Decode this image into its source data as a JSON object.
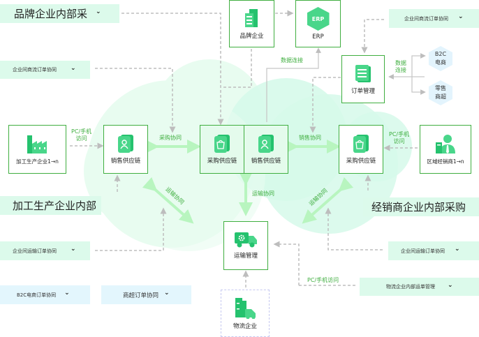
{
  "colors": {
    "accent": "#3fae3f",
    "icon_green": "#25c26e",
    "icon_green_light": "#49d68a",
    "pill_green_bg": "#dcfaeb",
    "pill_blue_bg": "#e3f6fd",
    "cloud_left": "#e8fcf0",
    "cloud_right": "#d6f9ea",
    "arrow_light_green": "#b8f5bf",
    "connector_gray": "#bdbdbd"
  },
  "section_titles": {
    "brand_internal": "品牌企业内部采",
    "processing_internal": "加工生产企业内部",
    "dealer_internal": "经销商企业内部采购"
  },
  "pills": {
    "top_left_order": "企业间商流订单协同",
    "top_right_order": "企业间商流订单协同",
    "left_transport": "企业间运输订单协同",
    "right_transport": "企业间运输订单协同",
    "b2c_order": "B2C电商订单协同",
    "supermarket_order": "商超订单协同",
    "logistics_internal": "物流企业内部运单管理",
    "chevron": "⌄"
  },
  "nodes": {
    "brand_enterprise": {
      "label": "品牌企业",
      "icon": "building-icon"
    },
    "erp": {
      "label": "ERP",
      "icon": "erp-hex-icon",
      "badge": "ERP"
    },
    "order_management": {
      "label": "订单管理",
      "icon": "document-icon"
    },
    "processing_enterprise": {
      "label": "加工生产企业1→n",
      "icon": "factory-icon"
    },
    "left_sales_chain": {
      "label": "销售供应链",
      "icon": "person-card-icon"
    },
    "center_purchase_chain": {
      "label": "采购供应链",
      "icon": "basket-icon"
    },
    "center_sales_chain": {
      "label": "销售供应链",
      "icon": "person-card-icon"
    },
    "right_purchase_chain": {
      "label": "采购供应链",
      "icon": "basket-icon"
    },
    "regional_dealer": {
      "label": "区域经销商1→n",
      "icon": "businessman-icon"
    },
    "transport_management": {
      "label": "运输管理",
      "icon": "truck-gear-icon"
    },
    "logistics_enterprise": {
      "label": "物流企业",
      "icon": "warehouse-truck-icon"
    }
  },
  "hexagons": {
    "b2c": {
      "line1": "B2C",
      "line2": "电商"
    },
    "retail": {
      "line1": "零售",
      "line2": "商超"
    }
  },
  "edge_labels": {
    "data_connection_top": "数据连接",
    "data_connection_right_1": "数据",
    "data_connection_right_2": "连接",
    "pc_mobile_left_1": "PC/手机",
    "pc_mobile_left_2": "访问",
    "pc_mobile_right_1": "PC/手机",
    "pc_mobile_right_2": "访问",
    "purchase_collab": "采购协同",
    "sales_collab": "销售协同",
    "transport_collab_left": "运输协同",
    "transport_collab_center": "运输协同",
    "transport_collab_right": "运输协同",
    "pc_mobile_bottom": "PC/手机访问"
  }
}
